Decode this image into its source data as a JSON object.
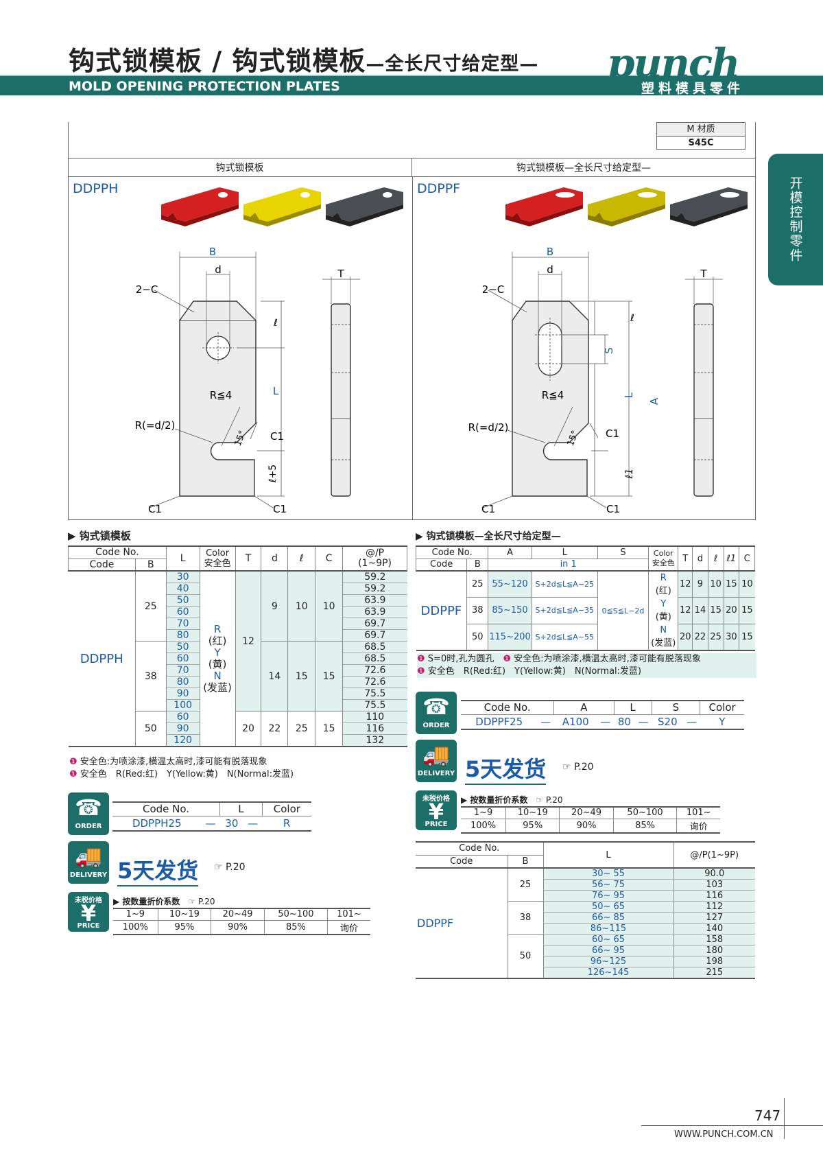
{
  "header": {
    "title_main": "钩式锁模板 / 钩式锁模板",
    "title_sub": "—全长尺寸给定型—",
    "subtitle": "MOLD OPENING PROTECTION PLATES",
    "logo": "punch",
    "logo_sub": "塑料模具零件"
  },
  "side_tab": "开模控制零件",
  "material": {
    "label": "M 材质",
    "value": "S45C"
  },
  "panels": {
    "left_title": "钩式锁模板",
    "right_title": "钩式锁模板—全长尺寸给定型—",
    "left_code": "DDPPH",
    "right_code": "DDPPF"
  },
  "drawing_labels": {
    "B": "B",
    "d": "d",
    "T": "T",
    "chamfer2": "2−C",
    "ell": "ℓ",
    "L": "L",
    "A": "A",
    "S": "S",
    "R4": "R≦4",
    "Rd2": "R(=d/2)",
    "deg15": "15°",
    "C1": "C1",
    "ell5": "ℓ+5",
    "ell1": "ℓ1"
  },
  "left_table": {
    "section": "▶ 钩式锁模板",
    "headers": {
      "code_no": "Code No.",
      "code": "Code",
      "B": "B",
      "L": "L",
      "color": "Color",
      "color2": "安全色",
      "T": "T",
      "d": "d",
      "ell": "ℓ",
      "C": "C",
      "price": "@/P",
      "price2": "(1~9P)"
    },
    "code": "DDPPH",
    "color_text": [
      "R",
      "(红)",
      "Y",
      "(黄)",
      "N",
      "(发蓝)"
    ],
    "T_main": "12",
    "T_50": "20",
    "groups": [
      {
        "B": "25",
        "d": "9",
        "ell": "10",
        "C": "10",
        "rows": [
          [
            "30",
            "59.2"
          ],
          [
            "40",
            "59.2"
          ],
          [
            "50",
            "63.9"
          ],
          [
            "60",
            "63.9"
          ],
          [
            "70",
            "69.7"
          ],
          [
            "80",
            "69.7"
          ]
        ]
      },
      {
        "B": "38",
        "d": "14",
        "ell": "15",
        "C": "15",
        "rows": [
          [
            "50",
            "68.5"
          ],
          [
            "60",
            "68.5"
          ],
          [
            "70",
            "72.6"
          ],
          [
            "80",
            "72.6"
          ],
          [
            "90",
            "75.5"
          ],
          [
            "100",
            "75.5"
          ]
        ]
      },
      {
        "B": "50",
        "d": "22",
        "ell": "25",
        "C": "15",
        "rows": [
          [
            "60",
            "110"
          ],
          [
            "90",
            "116"
          ],
          [
            "120",
            "132"
          ]
        ]
      }
    ],
    "notes": [
      "安全色:为喷涂漆,横温太高时,漆可能有脱落现象",
      "安全色　R(Red:红)　Y(Yellow:黄)　N(Normal:发蓝)"
    ]
  },
  "left_order": {
    "icon": "ORDER",
    "headers": [
      "Code No.",
      "L",
      "Color"
    ],
    "values": [
      "DDPPH25",
      "—",
      "30",
      "—",
      "R"
    ]
  },
  "delivery": {
    "icon": "DELIVERY",
    "text": "5天发货",
    "ref": "☞ P.20"
  },
  "price_block": {
    "icon_top": "未税价格",
    "icon": "PRICE",
    "title": "▶ 按数量折价系数",
    "ref": "☞ P.20",
    "qty": [
      "1~9",
      "10~19",
      "20~49",
      "50~100",
      "101~"
    ],
    "rate": [
      "100%",
      "95%",
      "90%",
      "85%",
      "询价"
    ]
  },
  "right_table": {
    "section": "▶ 钩式锁模板—全长尺寸给定型—",
    "headers": {
      "code_no": "Code No.",
      "code": "Code",
      "B": "B",
      "A": "A",
      "L": "L",
      "S": "S",
      "color": "Color",
      "color2": "安全色",
      "T": "T",
      "d": "d",
      "ell": "ℓ",
      "ell1": "ℓ1",
      "C": "C",
      "inc": "in 1"
    },
    "code": "DDPPF",
    "S_range": "0≦S≦L−2d",
    "rows": [
      {
        "B": "25",
        "A": "55~120",
        "L": "S+2d≦L≦A−25",
        "T": "12",
        "d": "9",
        "ell": "10",
        "ell1": "15",
        "C": "10"
      },
      {
        "B": "38",
        "A": "85~150",
        "L": "S+2d≦L≦A−35",
        "T": "12",
        "d": "14",
        "ell": "15",
        "ell1": "20",
        "C": "15"
      },
      {
        "B": "50",
        "A": "115~200",
        "L": "S+2d≦L≦A−55",
        "T": "20",
        "d": "22",
        "ell": "25",
        "ell1": "30",
        "C": "15"
      }
    ],
    "notes": [
      "S=0时,孔为圆孔",
      "安全色:为喷涂漆,横温太高时,漆可能有脱落现象",
      "安全色　R(Red:红)　Y(Yellow:黄)　N(Normal:发蓝)"
    ]
  },
  "right_order": {
    "headers": [
      "Code No.",
      "A",
      "L",
      "S",
      "Color"
    ],
    "values": [
      "DDPPF25",
      "—",
      "A100",
      "—",
      "80",
      "—",
      "S20",
      "—",
      "Y"
    ]
  },
  "right_price_table": {
    "headers": {
      "code_no": "Code No.",
      "code": "Code",
      "B": "B",
      "L": "L",
      "price": "@/P(1~9P)"
    },
    "code": "DDPPF",
    "groups": [
      {
        "B": "25",
        "rows": [
          [
            "30~ 55",
            "90.0"
          ],
          [
            "56~ 75",
            "103"
          ],
          [
            "76~ 95",
            "116"
          ]
        ]
      },
      {
        "B": "38",
        "rows": [
          [
            "50~ 65",
            "112"
          ],
          [
            "66~ 85",
            "127"
          ],
          [
            "86~115",
            "140"
          ]
        ]
      },
      {
        "B": "50",
        "rows": [
          [
            "60~ 65",
            "158"
          ],
          [
            "66~ 95",
            "180"
          ],
          [
            "96~125",
            "198"
          ],
          [
            "126~145",
            "215"
          ]
        ]
      }
    ]
  },
  "footer": {
    "page": "747",
    "url": "WWW.PUNCH.COM.CN"
  },
  "colors": {
    "brand": "#1b6f68",
    "blue": "#1a5aa8",
    "red": "#d42020",
    "yellow": "#e8d400",
    "gray": "#4a4e52",
    "mint": "#e1f1ee"
  }
}
